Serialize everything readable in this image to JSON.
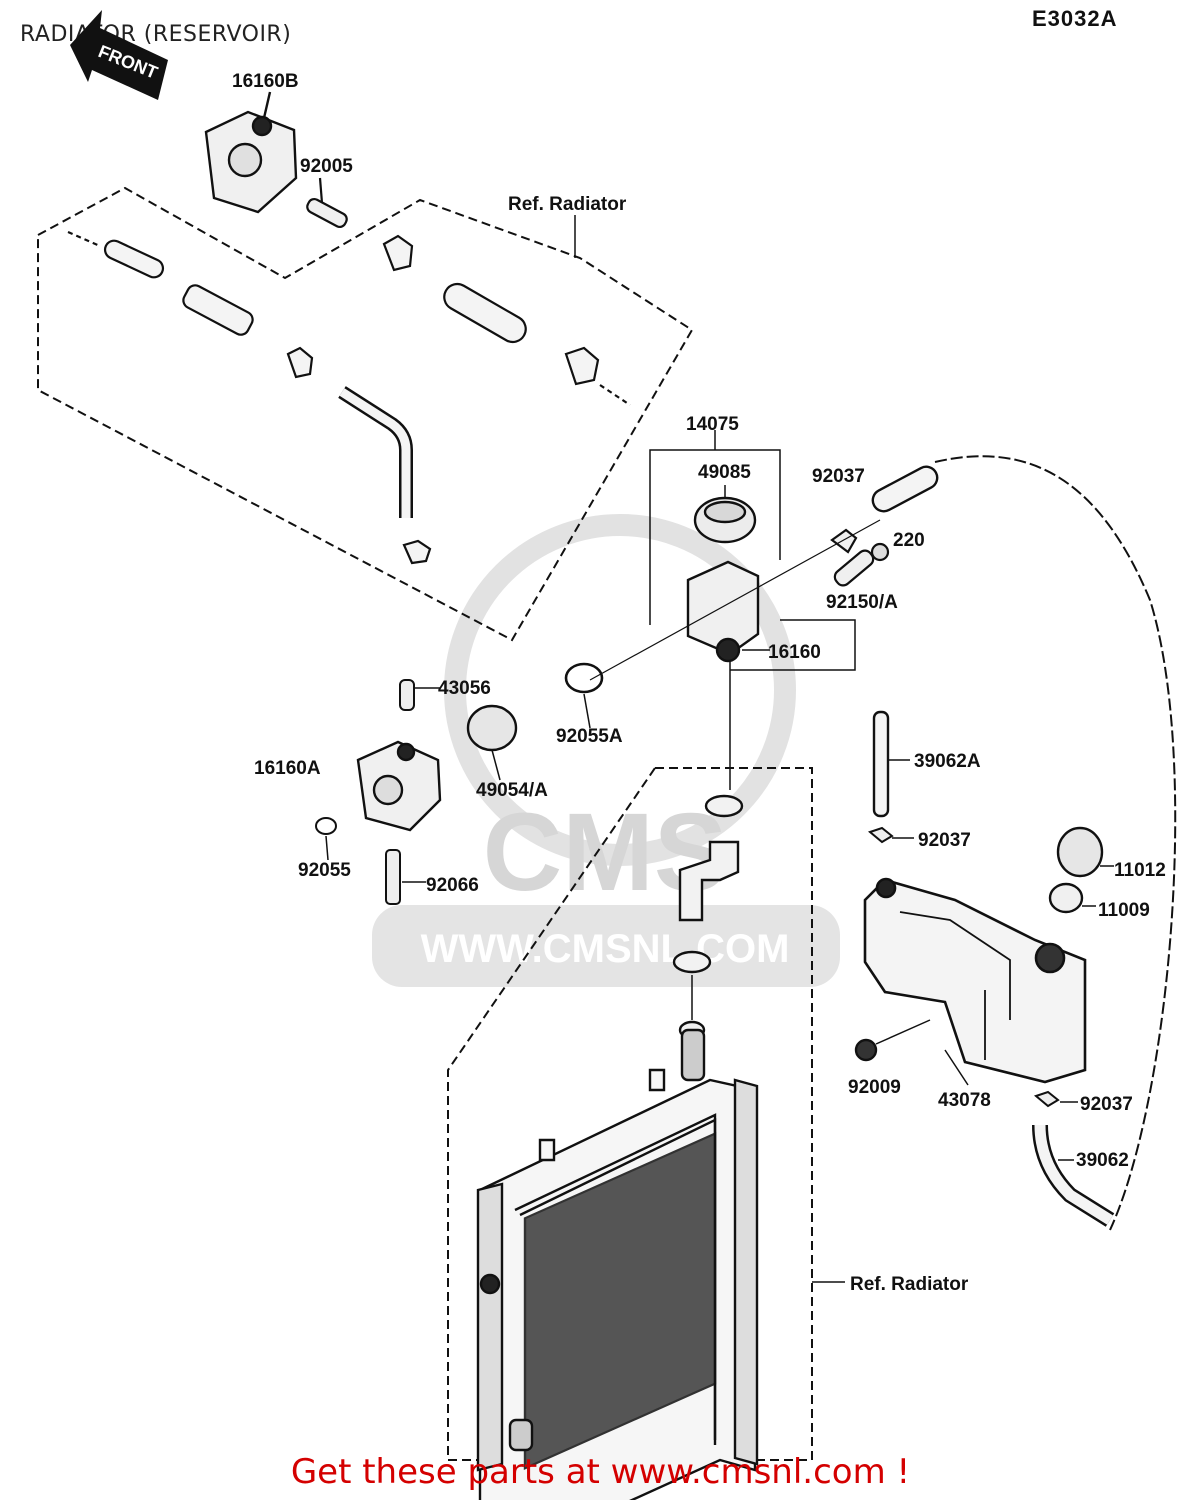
{
  "header": {
    "title": "RADIATOR (RESERVOIR)",
    "diagram_code": "E3032A"
  },
  "front_arrow": {
    "label": "FRONT"
  },
  "watermark": {
    "logo": "CMS",
    "url": "WWW.CMSNL.COM"
  },
  "reference_labels": {
    "upper": "Ref. Radiator",
    "lower": "Ref. Radiator"
  },
  "parts": {
    "p16160B": "16160B",
    "p92005": "92005",
    "p14075": "14075",
    "p49085": "49085",
    "p92037_top": "92037",
    "p220": "220",
    "p92150A": "92150/A",
    "p16160": "16160",
    "p43056": "43056",
    "p92055A": "92055A",
    "p16160A": "16160A",
    "p49054A": "49054/A",
    "p92055": "92055",
    "p92066": "92066",
    "p39062A": "39062A",
    "p92037_mid": "92037",
    "p11012": "11012",
    "p11009": "11009",
    "p92009": "92009",
    "p43078": "43078",
    "p92037_low": "92037",
    "p39062": "39062"
  },
  "footer": {
    "promo": "Get these parts at www.cmsnl.com !"
  }
}
